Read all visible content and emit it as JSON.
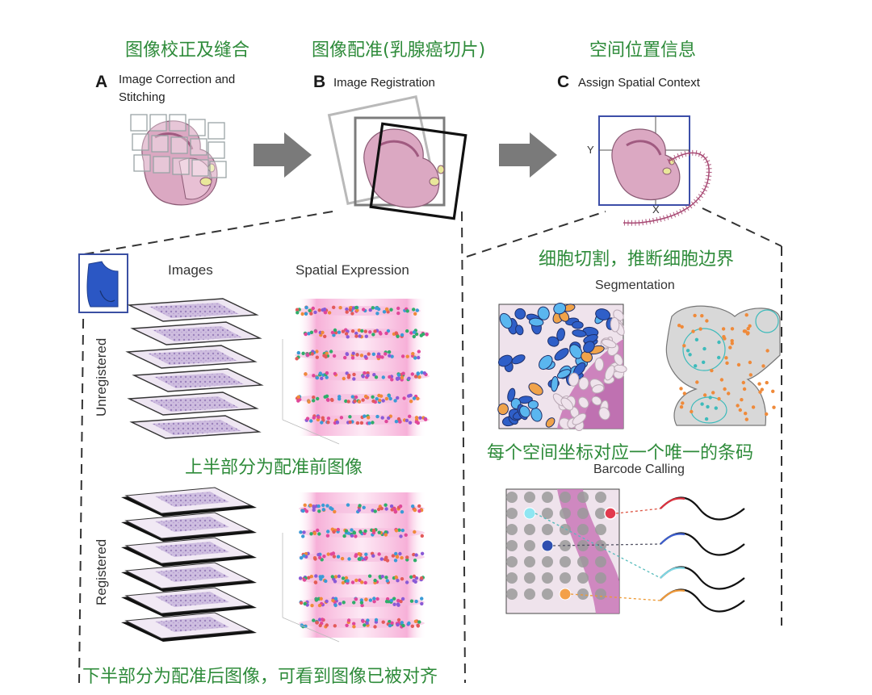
{
  "top_captions": {
    "a_zh": "图像校正及缝合",
    "b_zh": "图像配准(乳腺癌切片)",
    "c_zh": "空间位置信息"
  },
  "panels": {
    "a": {
      "letter": "A",
      "title_line1": "Image Correction and",
      "title_line2": "Stitching"
    },
    "b": {
      "letter": "B",
      "title": "Image Registration"
    },
    "c": {
      "letter": "C",
      "title": "Assign Spatial Context",
      "axis_x": "X",
      "axis_y": "Y"
    }
  },
  "lower_left": {
    "col_images": "Images",
    "col_spatial": "Spatial Expression",
    "row_unregistered": "Unregistered",
    "row_registered": "Registered",
    "caption_middle": "上半部分为配准前图像",
    "caption_bottom": "下半部分为配准后图像，可看到图像已被对齐"
  },
  "lower_right": {
    "caption_top": "细胞切割，推断细胞边界",
    "segmentation_title": "Segmentation",
    "caption_middle": "每个空间坐标对应一个唯一的条码",
    "barcode_title": "Barcode Calling"
  },
  "colors": {
    "caption_green": "#2e8b3a",
    "tissue_pink": "#d9a5bf",
    "dot_pink": "#d6409a",
    "cell_blue": "#2f5fc8",
    "cell_orange": "#f0a34a",
    "cell_teal": "#4fc3c3",
    "arrow_gray": "#777777"
  }
}
